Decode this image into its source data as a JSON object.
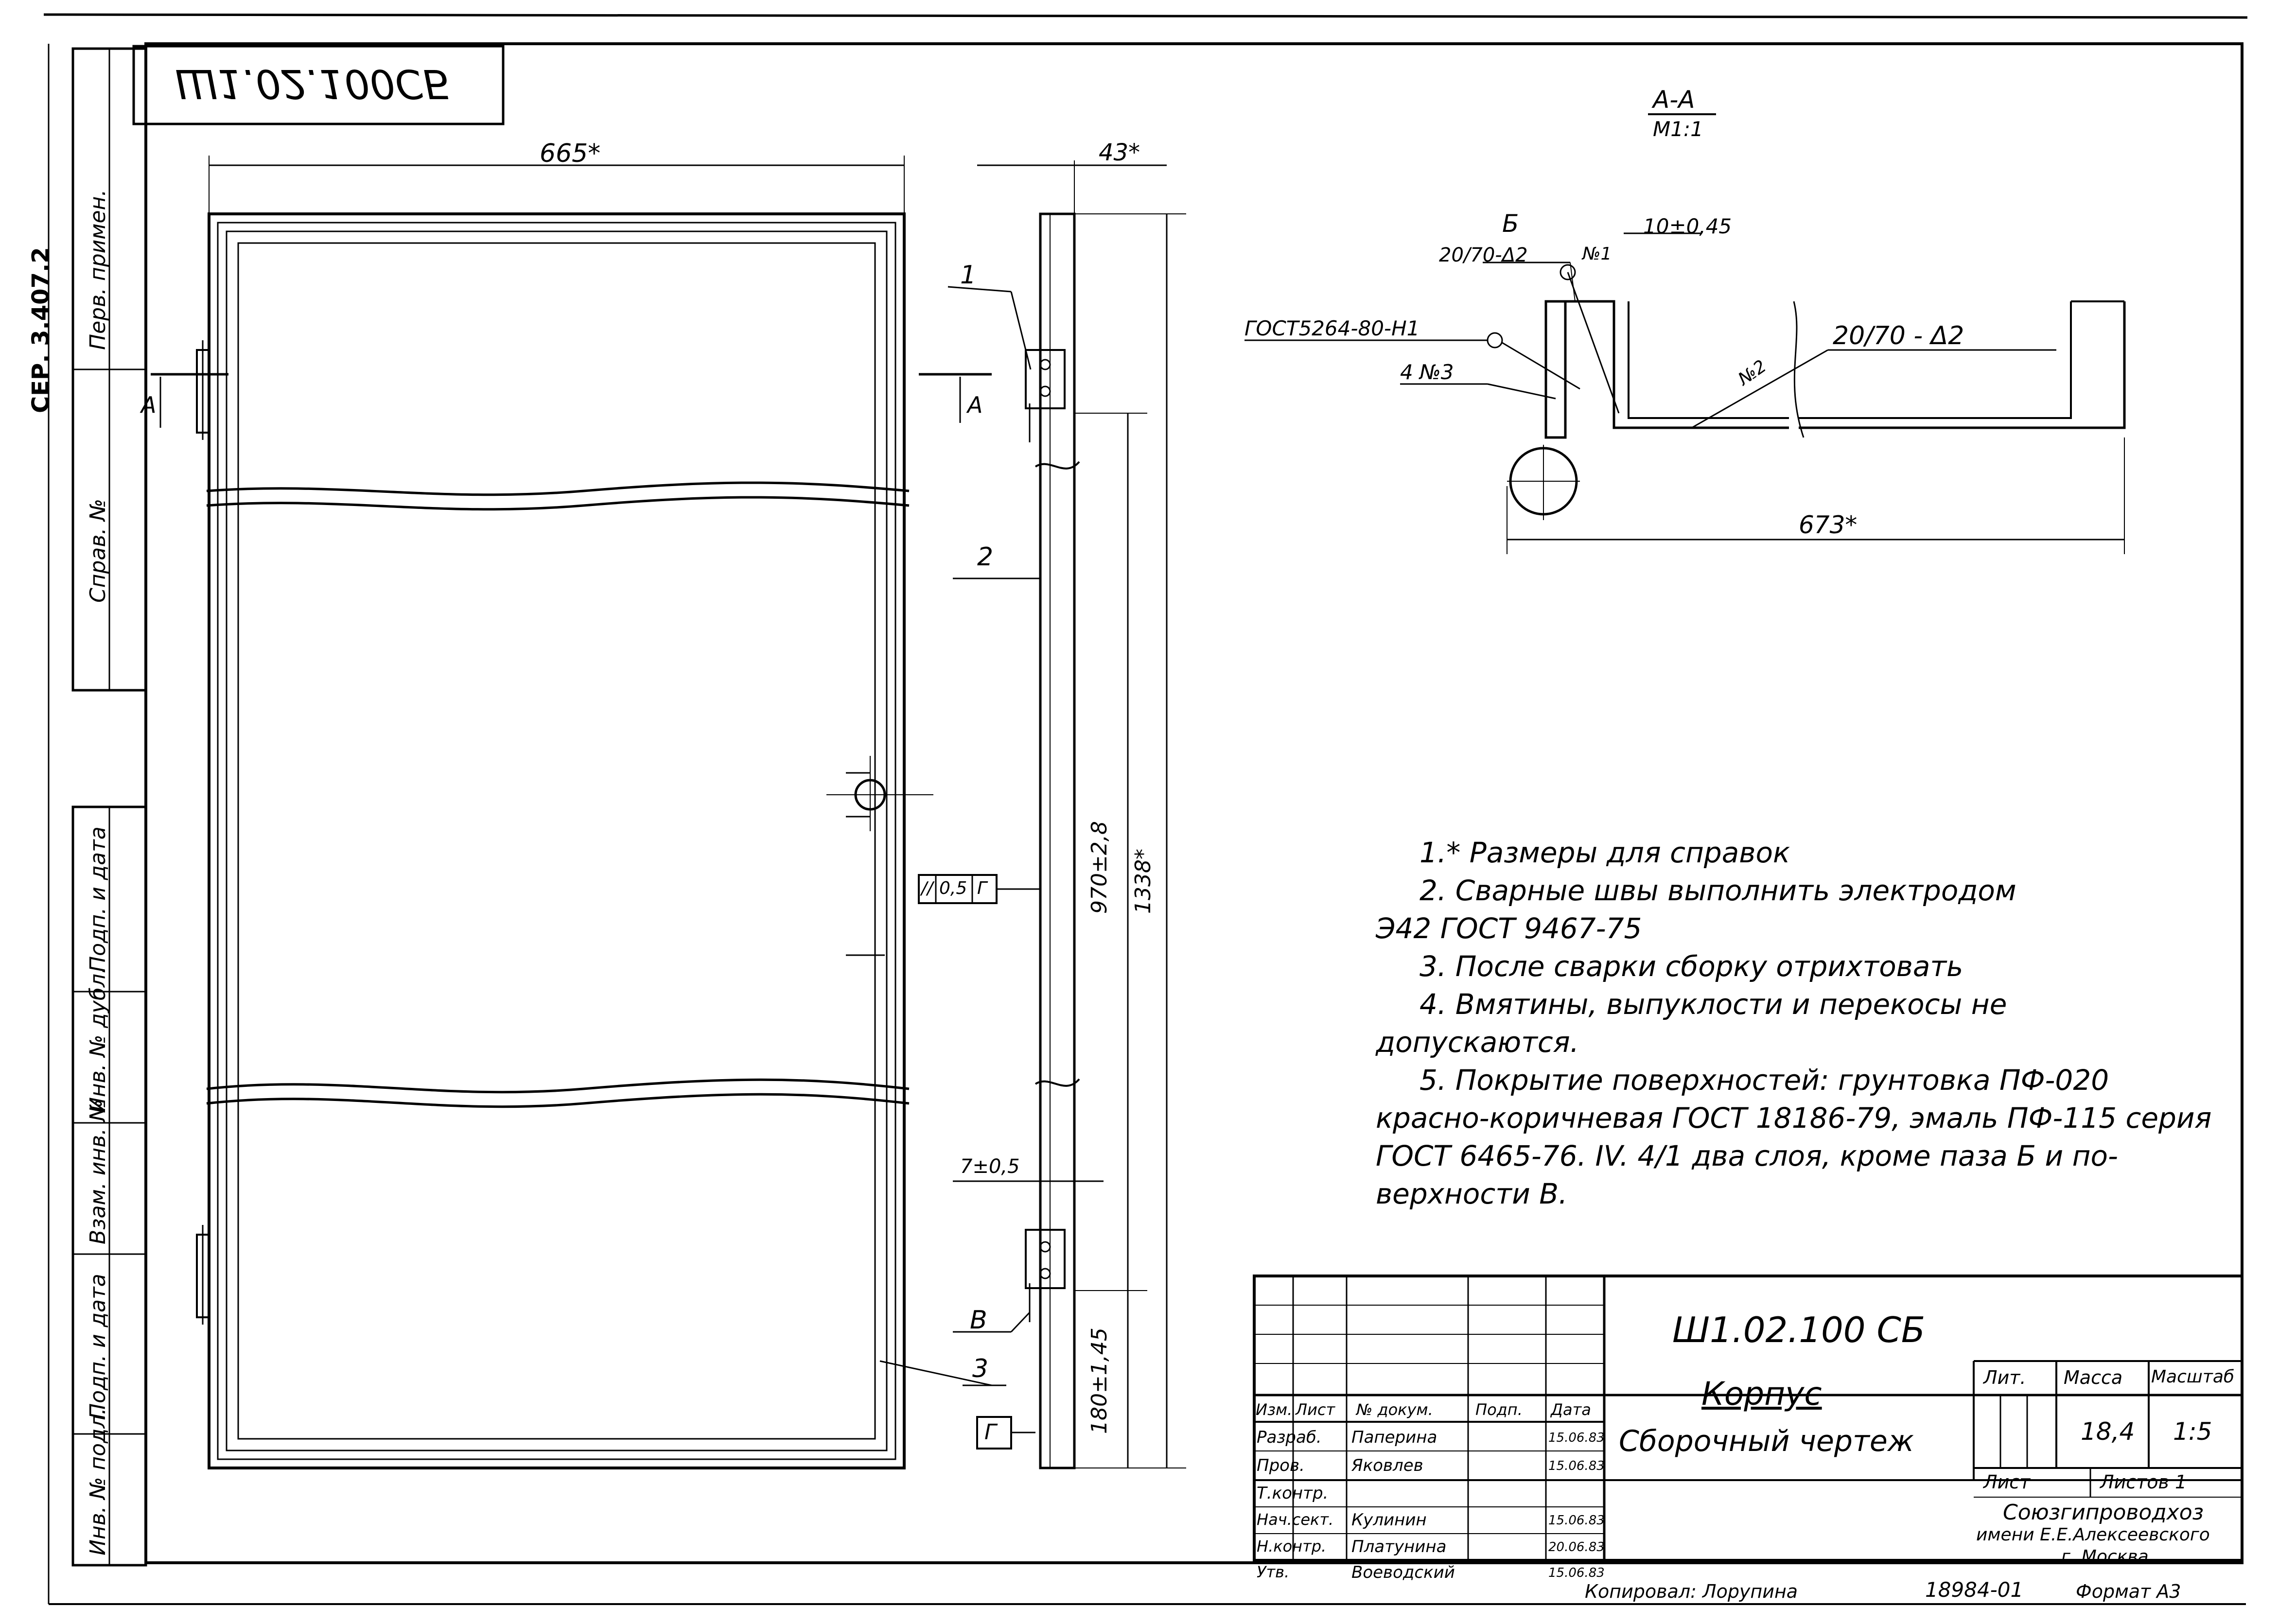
{
  "top_stamp": "Ш1.02.100СБ",
  "series": "СЕР. 3.407.2",
  "left_margin": {
    "perv_prim": "Перв. примен.",
    "sprav": "Справ. №",
    "podp_data_top": "Подп. и дата",
    "inv_dubl": "Инв. № дубл.",
    "vzam_inv": "Взам. инв. №",
    "podp_data_bottom": "Подп. и дата",
    "inv_podl": "Инв. № подл."
  },
  "dimensions": {
    "width_top": "665*",
    "side_width": "43*",
    "h_970": "970±2,8",
    "h_1338": "1338*",
    "h_180": "180±1,45",
    "d_7": "7±0,5",
    "tol_box": "0,5",
    "tol_sym": "//",
    "tol_ref": "Г",
    "ref_g": "Г",
    "section_a": "А",
    "section_a2": "А"
  },
  "callouts": [
    "1",
    "2",
    "3",
    "В"
  ],
  "section": {
    "title": "А-А",
    "scale": "М1:1",
    "b": "Б",
    "d10": "10±0,45",
    "weld1": "20/70-Δ2",
    "weld_no1": "№1",
    "gost": "ГОСТ5264-80-Н1",
    "n3": "4 №3",
    "weld2": "20/70 - Δ2",
    "n2": "№2",
    "d673": "673*"
  },
  "notes": [
    "1.* Размеры для справок",
    "2. Сварные швы выполнить электродом",
    "Э42 ГОСТ 9467-75",
    "3. После сварки сборку отрихтовать",
    "4. Вмятины, выпуклости и перекосы не",
    "допускаются.",
    "5. Покрытие поверхностей: грунтовка ПФ-020",
    "красно-коричневая ГОСТ 18186-79, эмаль ПФ-115 серия",
    "ГОСТ 6465-76. IV. 4/1 два слоя, кроме паза Б и по-",
    "верхности В."
  ],
  "title_block": {
    "designation": "Ш1.02.100 СБ",
    "name": "Корпус",
    "doc_type": "Сборочный чертеж",
    "headers": [
      "Изм.",
      "Лист",
      "№ докум.",
      "Подп.",
      "Дата"
    ],
    "rows": [
      {
        "role": "Разраб.",
        "name": "Паперина",
        "date": "15.06.83"
      },
      {
        "role": "Пров.",
        "name": "Яковлев",
        "date": "15.06.83"
      },
      {
        "role": "Т.контр.",
        "name": "",
        "date": ""
      },
      {
        "role": "Нач.сект.",
        "name": "Кулинин",
        "date": "15.06.83"
      },
      {
        "role": "Н.контр.",
        "name": "Платунина",
        "date": "20.06.83"
      },
      {
        "role": "Утв.",
        "name": "Воеводский",
        "date": "15.06.83"
      }
    ],
    "lit_label": "Лит.",
    "mass_label": "Масса",
    "scale_label": "Масштаб",
    "mass": "18,4",
    "scale": "1:5",
    "sheet_label": "Лист",
    "sheets_label": "Листов 1",
    "org1": "Союзгипроводхоз",
    "org2": "имени Е.Е.Алексеевского",
    "org3": "г. Москва"
  },
  "footer": {
    "copied": "Копировал: Лорупина",
    "order": "18984-01",
    "format": "Формат А3"
  }
}
